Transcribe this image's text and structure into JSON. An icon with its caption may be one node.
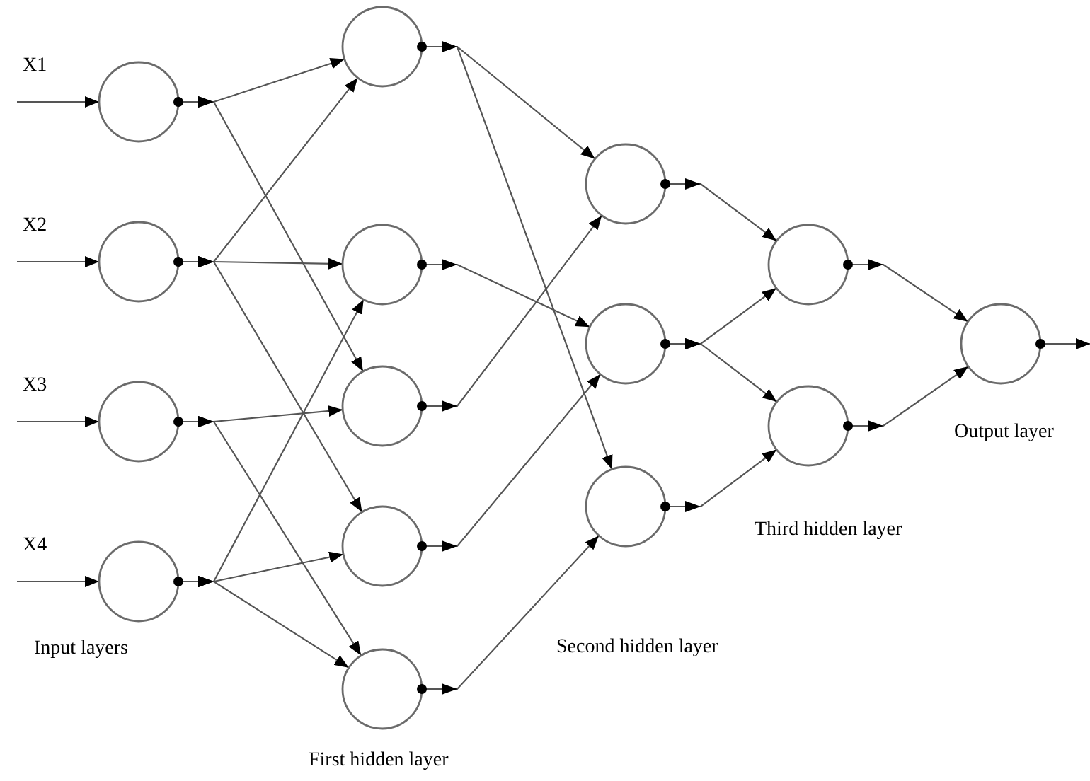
{
  "diagram": {
    "nodes": [
      {
        "text": [],
        "shape": "circle"
      },
      {
        "text": [],
        "shape": "circle"
      },
      {
        "text": [],
        "shape": "circle"
      },
      {
        "text": [],
        "shape": "circle"
      },
      {
        "text": [],
        "shape": "circle"
      },
      {
        "text": [],
        "shape": "circle"
      },
      {
        "text": [],
        "shape": "circle"
      },
      {
        "text": [],
        "shape": "circle"
      },
      {
        "text": [],
        "shape": "circle"
      },
      {
        "text": [],
        "shape": "circle"
      },
      {
        "text": [],
        "shape": "circle"
      },
      {
        "text": [],
        "shape": "circle"
      },
      {
        "text": [],
        "shape": "circle"
      },
      {
        "text": [],
        "shape": "circle"
      },
      {
        "text": [],
        "shape": "circle"
      }
    ],
    "edges": [
      {
        "from": null,
        "to": 0,
        "arrow": "to"
      },
      {
        "from": null,
        "to": 1,
        "arrow": "to"
      },
      {
        "from": null,
        "to": 2,
        "arrow": "to"
      },
      {
        "from": null,
        "to": 3,
        "arrow": "to"
      },
      {
        "from": 0,
        "to": 4,
        "arrow": "to"
      },
      {
        "from": 0,
        "to": 6,
        "arrow": "to"
      },
      {
        "from": 1,
        "to": 4,
        "arrow": "to"
      },
      {
        "from": 1,
        "to": 5,
        "arrow": "to"
      },
      {
        "from": 1,
        "to": 7,
        "arrow": "to"
      },
      {
        "from": 2,
        "to": 6,
        "arrow": "to"
      },
      {
        "from": 2,
        "to": 8,
        "arrow": "to"
      },
      {
        "from": 3,
        "to": 5,
        "arrow": "to"
      },
      {
        "from": 3,
        "to": 7,
        "arrow": "to"
      },
      {
        "from": 3,
        "to": 8,
        "arrow": "to"
      },
      {
        "from": 4,
        "to": 9,
        "arrow": "to"
      },
      {
        "from": 4,
        "to": 11,
        "arrow": "to"
      },
      {
        "from": 5,
        "to": 10,
        "arrow": "to"
      },
      {
        "from": 6,
        "to": 9,
        "arrow": "to"
      },
      {
        "from": 7,
        "to": 10,
        "arrow": "to"
      },
      {
        "from": 8,
        "to": 11,
        "arrow": "to"
      },
      {
        "from": 9,
        "to": 12,
        "arrow": "to"
      },
      {
        "from": 10,
        "to": 12,
        "arrow": "to"
      },
      {
        "from": 10,
        "to": 13,
        "arrow": "to"
      },
      {
        "from": 11,
        "to": 13,
        "arrow": "to"
      },
      {
        "from": 12,
        "to": 14,
        "arrow": "to"
      },
      {
        "from": 13,
        "to": 14,
        "arrow": "to"
      },
      {
        "from": 14,
        "to": null,
        "arrow": "to"
      }
    ],
    "labels": [
      "X1",
      "X2",
      "X3",
      "X4",
      "Output layer",
      "Third hidden layer",
      "Input layers",
      "Second hidden layer",
      "First hidden layer"
    ]
  }
}
